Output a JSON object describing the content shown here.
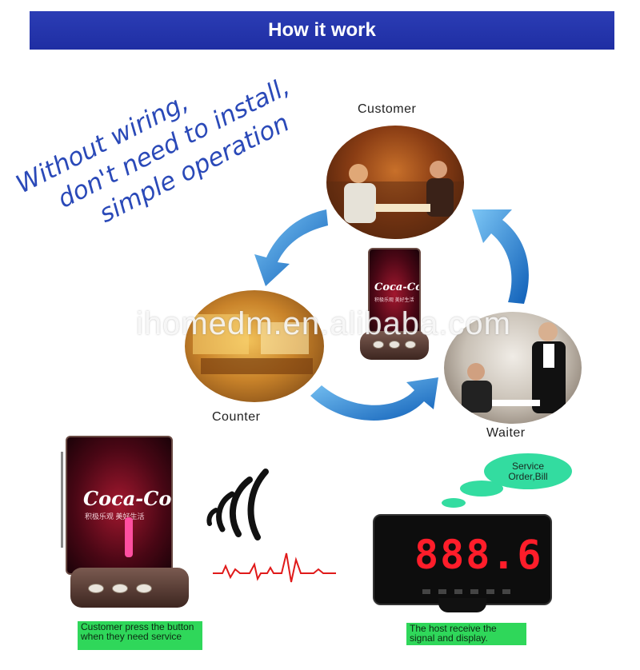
{
  "header": {
    "title": "How it work"
  },
  "slogan": {
    "line1": "Without wiring,",
    "line2": "don't need to install,",
    "line3": "simple operation"
  },
  "nodes": {
    "customer": "Customer",
    "counter": "Counter",
    "waiter": "Waiter"
  },
  "watermark": "ihomedm.en.alibaba.com",
  "pager": {
    "brand": "Coca-Cola",
    "cn_text": "积极乐观 美好生活"
  },
  "display": {
    "digits": "888.6"
  },
  "bubble": {
    "line1": "Service",
    "line2": "Order,Bill"
  },
  "captions": {
    "customer": "Customer press the button when they need service",
    "host": "The host receive the signal and display."
  },
  "colors": {
    "banner": "#1f2ea3",
    "slogan": "#2a49b8",
    "arrow": "#1e7fd8",
    "caption_bg": "#2fd75a",
    "bubble": "#33dca0",
    "digits": "#ff1d2a",
    "signal": "#e01a1a"
  },
  "icons": [
    "signal-waves-icon",
    "heartbeat-signal-icon",
    "cycle-arrow-icon"
  ]
}
